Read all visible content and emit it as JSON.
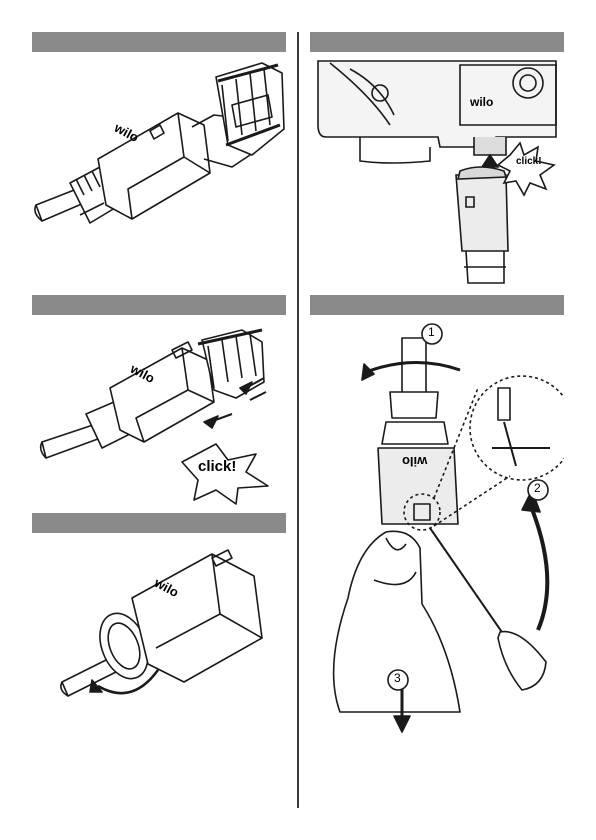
{
  "brand": "wilo",
  "labels": {
    "click": "click!",
    "step1": "1",
    "step2": "2",
    "step3": "3"
  },
  "colors": {
    "header_bar": "#8a8a8a",
    "divider": "#3a3a3a",
    "line": "#1a1a1a"
  }
}
